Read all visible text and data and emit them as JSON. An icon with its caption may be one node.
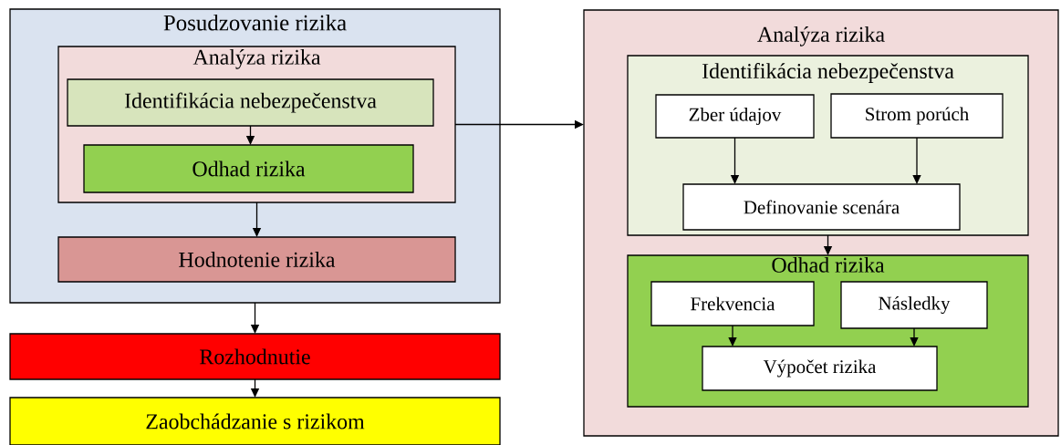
{
  "diagram": {
    "nodes": [
      {
        "text": [
          "Posudzovanie rizika"
        ]
      },
      {
        "text": [
          "Analýza rizika"
        ],
        "in": 0
      },
      {
        "text": [
          "Identifikácia nebezpečenstva"
        ],
        "in": 1
      },
      {
        "text": [
          "Odhad rizika"
        ],
        "in": 1
      },
      {
        "text": [
          "Hodnotenie rizika"
        ],
        "in": 0
      },
      {
        "text": [
          "Rozhodnutie"
        ]
      },
      {
        "text": [
          "Zaobchádzanie s rizikom"
        ]
      },
      {
        "text": [
          "Analýza rizika"
        ]
      },
      {
        "text": [
          "Identifikácia nebezpečenstva"
        ],
        "in": 7
      },
      {
        "text": [
          "Zber údajov"
        ],
        "in": 8
      },
      {
        "text": [
          "Strom porúch"
        ],
        "in": 8
      },
      {
        "text": [
          "Definovanie scenára"
        ],
        "in": 8
      },
      {
        "text": [
          "Odhad rizika"
        ],
        "in": 7
      },
      {
        "text": [
          "Frekvencia"
        ],
        "in": 12
      },
      {
        "text": [
          "Následky"
        ],
        "in": 12
      },
      {
        "text": [
          "Výpočet rizika"
        ],
        "in": 12
      }
    ],
    "edges": [
      {
        "from": 2,
        "to": 3,
        "arrow": "to"
      },
      {
        "from": 1,
        "to": 4,
        "arrow": "to"
      },
      {
        "from": 0,
        "to": 5,
        "arrow": "to"
      },
      {
        "from": 5,
        "to": 6,
        "arrow": "to"
      },
      {
        "from": 1,
        "to": 7,
        "arrow": "to"
      },
      {
        "from": 9,
        "to": 11,
        "arrow": "to"
      },
      {
        "from": 10,
        "to": 11,
        "arrow": "to"
      },
      {
        "from": 8,
        "to": 12,
        "arrow": "to"
      },
      {
        "from": 13,
        "to": 15,
        "arrow": "to"
      },
      {
        "from": 14,
        "to": 15,
        "arrow": "to"
      }
    ]
  }
}
